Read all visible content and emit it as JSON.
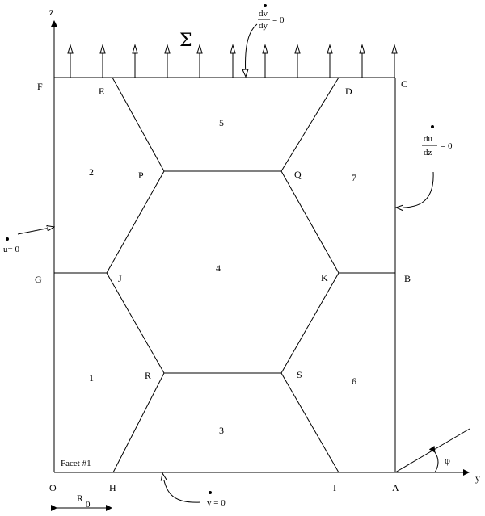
{
  "axes": {
    "z": "z",
    "y": "y"
  },
  "sigma": "Σ",
  "corners": {
    "F": "F",
    "E": "E",
    "D": "D",
    "C": "C",
    "G": "G",
    "B": "B",
    "O": "O",
    "H": "H",
    "I": "I",
    "A": "A"
  },
  "inner_points": {
    "P": "P",
    "Q": "Q",
    "J": "J",
    "K": "K",
    "R": "R",
    "S": "S"
  },
  "regions": [
    "1",
    "2",
    "3",
    "4",
    "5",
    "6",
    "7"
  ],
  "facet_label": "Facet #1",
  "angle_label": "φ",
  "length_label": {
    "main": "R",
    "sub": "0"
  },
  "conditions": {
    "top": {
      "num": "dv",
      "den": "dy",
      "rhs": "=  0"
    },
    "right": {
      "num": "du",
      "den": "dz",
      "rhs": "=  0"
    },
    "left": {
      "text": "u= 0"
    },
    "bottom": {
      "text": "v   = 0"
    }
  }
}
